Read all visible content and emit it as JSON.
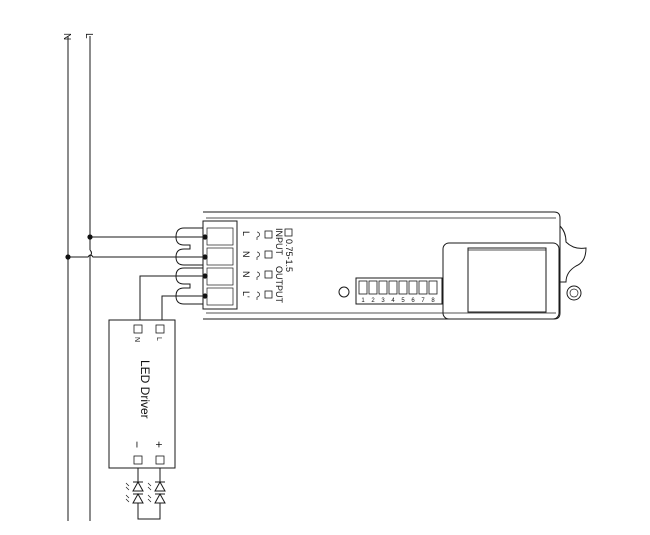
{
  "rails": {
    "neutral": "N",
    "line": "L"
  },
  "device": {
    "cable_size": "0.75-1.5",
    "input_label": "INPUT",
    "output_label": "OUTPUT",
    "terminals": [
      "L",
      "N",
      "N",
      "L'"
    ],
    "dip_numbers": [
      "1",
      "2",
      "3",
      "4",
      "5",
      "6",
      "7",
      "8"
    ]
  },
  "driver": {
    "title": "LED Driver",
    "input_terminals": [
      "N",
      "L"
    ],
    "output_terminals": [
      "−",
      "+"
    ]
  },
  "colors": {
    "line": "#1a1a1a",
    "background": "#ffffff"
  }
}
